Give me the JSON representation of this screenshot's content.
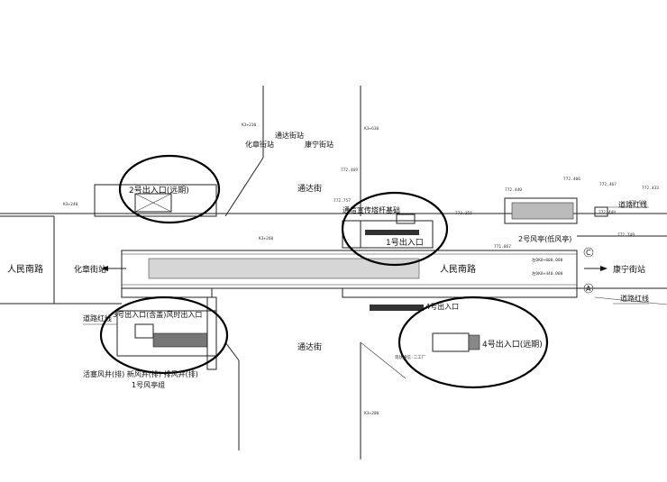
{
  "labels": {
    "street_west": "人民南路",
    "street_east": "人民南路",
    "to_west": "化章街站",
    "to_east": "康宁街站",
    "tongda_north": "通达街",
    "tongda_south": "通达街",
    "station_name": "通达街站",
    "station_left": "化章街站",
    "station_right": "康宁街站",
    "exit2": "2号出入口(远期)",
    "exit1": "1号出入口",
    "exit3": "3号出入口(含盖)风时出入口",
    "exit4": "4号出入口",
    "exit4_future": "4号出入口(远期)",
    "vent2": "2号风亭(低风亭)",
    "road_red_ne": "道路红线",
    "road_red_w": "道路红线",
    "road_red_e": "道路红线",
    "comm_base": "通信宣传塔杆基础",
    "vents_bottom": "活塞风井(排) 新风井(排) 排风井(排)",
    "vent1_group": "1号风亭组"
  },
  "tiny": {
    "t1": "K3+230",
    "t2": "K3+630",
    "t3": "K3+240",
    "t4": "K3+200",
    "t5": "K3+260",
    "e1": "772.469",
    "e2": "772.757",
    "e3": "772.440",
    "e4": "772.406",
    "e5": "772.467",
    "e6": "772.433",
    "e7": "772.539",
    "e8": "772.448",
    "e9": "772.749",
    "e10": "771.867",
    "e11": "773.355",
    "c1": "左DK8+000.000",
    "c2": "左DK8+440.000",
    "sign": "现状通信·二工厂"
  },
  "circle_labels": {
    "c": "C",
    "a": "A"
  }
}
